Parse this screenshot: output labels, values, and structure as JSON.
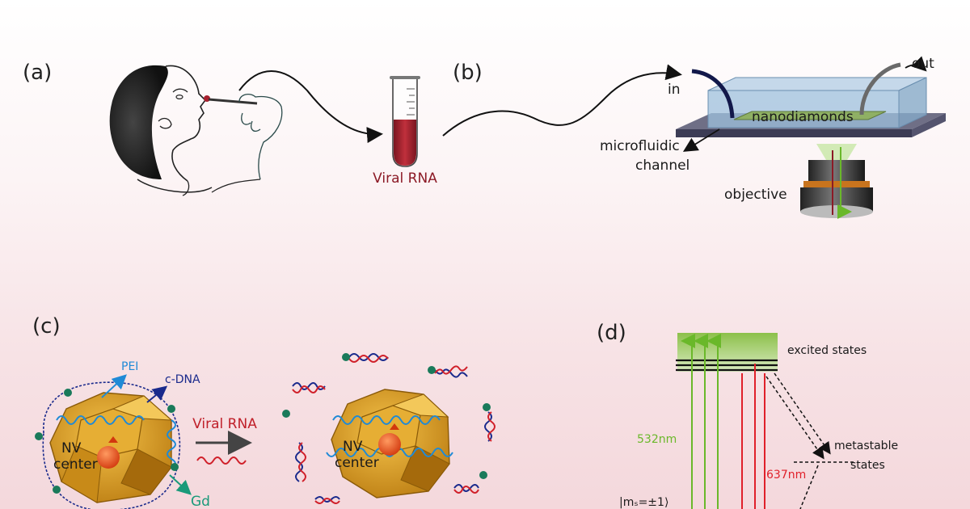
{
  "panels": {
    "a": {
      "letter": "(a)",
      "tube_label": "Viral RNA"
    },
    "b": {
      "letter": "(b)",
      "inlet_label": "in",
      "outlet_label": "out",
      "chip_label": "nanodiamonds",
      "channel_label_line1": "microfluidic",
      "channel_label_line2": "channel",
      "objective_label": "objective"
    },
    "c": {
      "letter": "(c)",
      "pei_label": "PEI",
      "cdna_label": "c-DNA",
      "gd_label": "Gd",
      "nv_label_line1": "NV",
      "nv_label_line2": "center",
      "arrow_label": "Viral RNA"
    },
    "d": {
      "letter": "(d)",
      "excited_label": "excited states",
      "metastable_label_line1": "metastable",
      "metastable_label_line2": "states",
      "green_label": "532nm",
      "red_label": "637nm",
      "ground_label": "|mₛ=±1⟩"
    }
  },
  "colors": {
    "rna_red": "#8c1a26",
    "tube_fill": "#a8202e",
    "pei_blue": "#1f8ad6",
    "cdna_navy": "#1a2a8c",
    "gd_teal": "#1a9a7a",
    "laser_green": "#6ab82a",
    "laser_red": "#e0202a",
    "diamond_gold": "#d99a1a",
    "chip_blue": "#8fb3d1"
  }
}
